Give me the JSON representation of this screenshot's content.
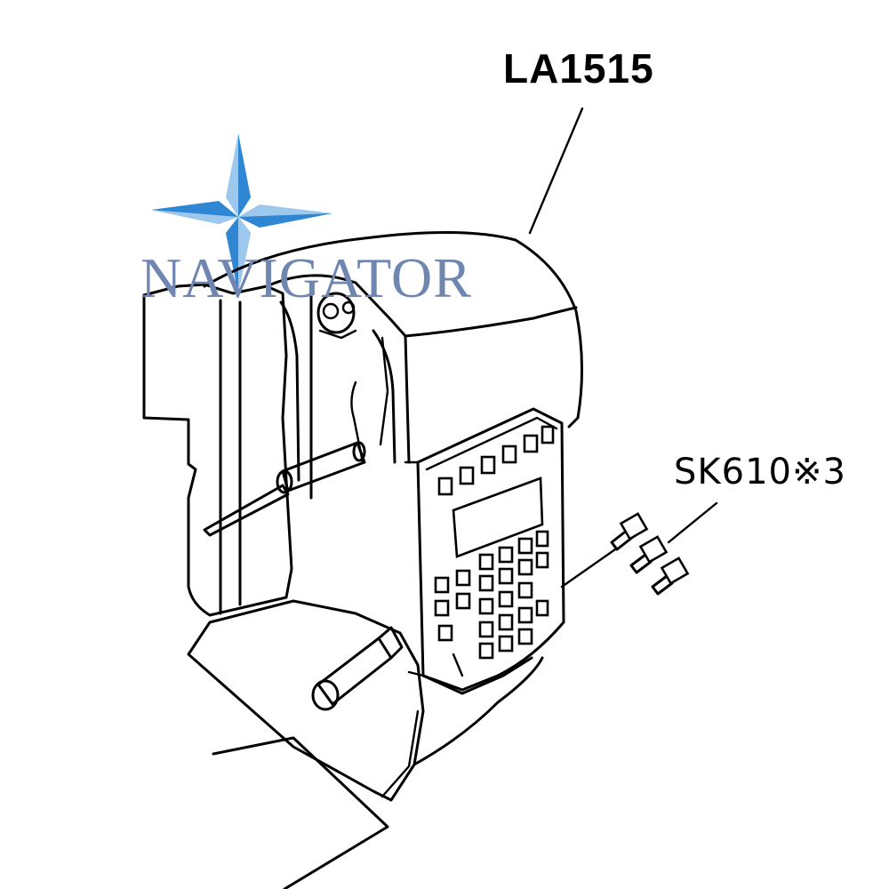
{
  "labels": {
    "main_part": "LA1515",
    "screw_part": "SK610※3"
  },
  "watermark": {
    "text": "NAVIGATOR",
    "colors": {
      "star": "#2f86d3",
      "star_light": "#9cc8ee",
      "text": "#6f86b0",
      "v_accent": "#6aa84f"
    }
  }
}
